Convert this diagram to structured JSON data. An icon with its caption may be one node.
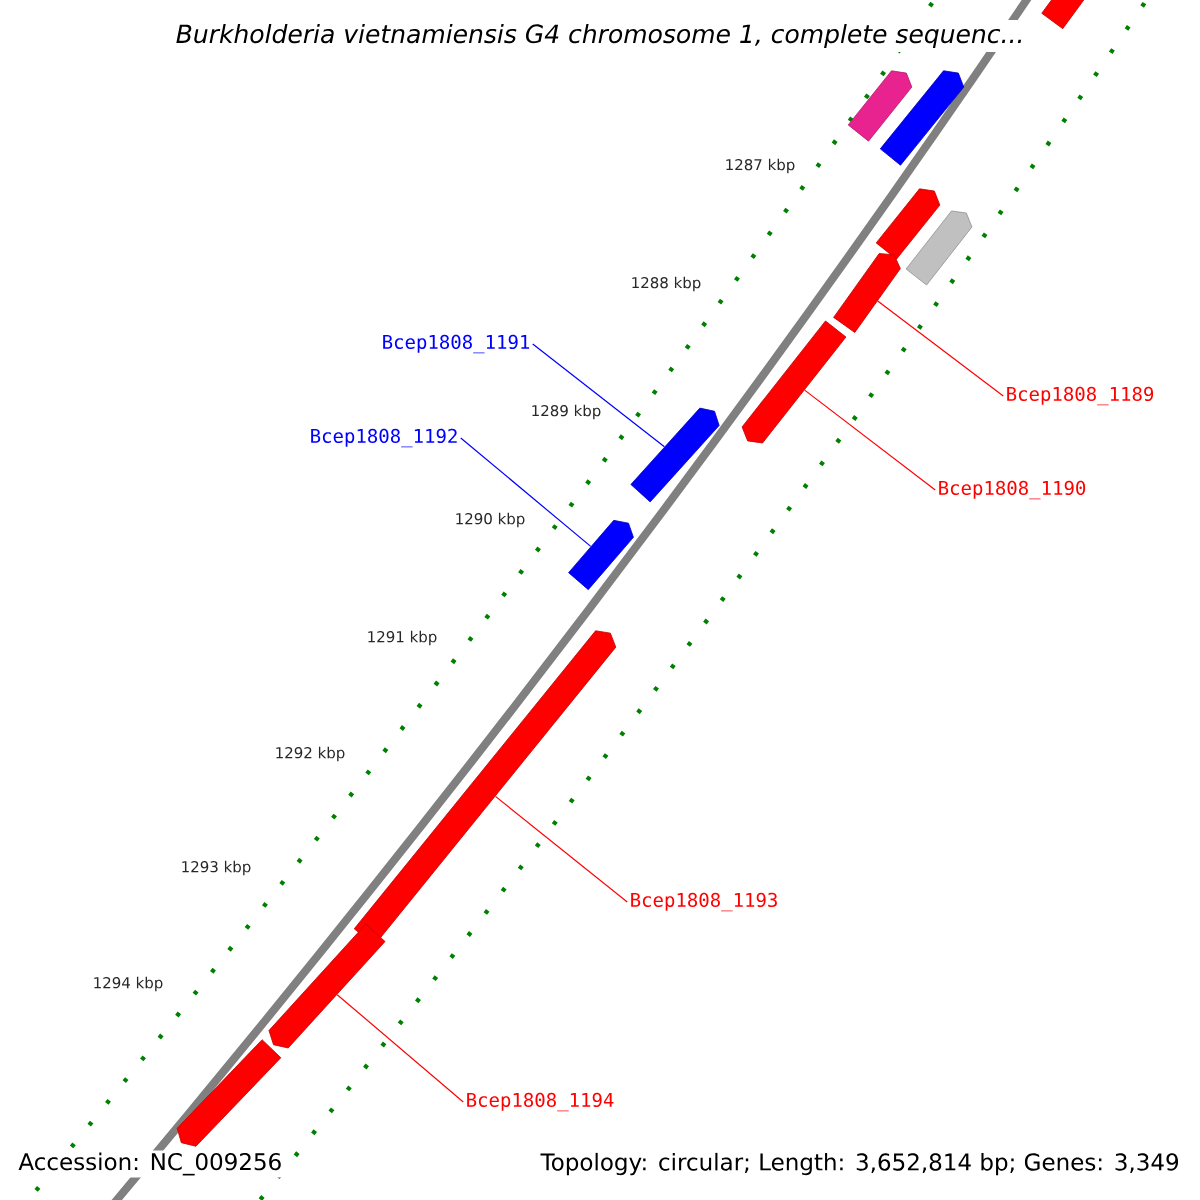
{
  "diagram": {
    "title": "Burkholderia vietnamiensis G4 chromosome 1, complete sequenc...",
    "nodes": [
      {
        "text": [],
        "shape": "arrow"
      },
      {
        "text": [],
        "shape": "arrow"
      },
      {
        "text": [],
        "shape": "arrow"
      },
      {
        "text": [],
        "shape": "arrow"
      },
      {
        "text": [],
        "shape": "arrow"
      },
      {
        "text": [],
        "shape": "arrow"
      },
      {
        "text": [
          "Bcep1808_1191"
        ]
      },
      {
        "text": [
          "Bcep1808_1189"
        ]
      },
      {
        "text": [],
        "shape": "arrow"
      },
      {
        "text": [],
        "shape": "arrow"
      },
      {
        "text": [
          "Bcep1808_1192"
        ]
      },
      {
        "text": [
          "Bcep1808_1190"
        ]
      },
      {
        "text": [],
        "shape": "arrow"
      },
      {
        "text": [],
        "shape": "arrow"
      },
      {
        "text": [
          "Bcep1808_1193"
        ]
      },
      {
        "text": [],
        "shape": "arrow"
      },
      {
        "text": [
          "Bcep1808_1194"
        ]
      },
      {
        "text": [],
        "shape": "arrow"
      }
    ],
    "edges": [
      {
        "from": 6,
        "to": 9,
        "arrow": "none",
        "color": "#0000ff"
      },
      {
        "from": 7,
        "to": 5,
        "arrow": "none"
      },
      {
        "from": 10,
        "to": 12,
        "arrow": "none",
        "color": "#0000ff"
      },
      {
        "from": 11,
        "to": 8,
        "arrow": "none"
      },
      {
        "from": 14,
        "to": 13,
        "arrow": "none"
      },
      {
        "from": 16,
        "to": 15,
        "arrow": "none"
      }
    ],
    "labels": [
      "1287 kbp",
      "1288 kbp",
      "1289 kbp",
      "1290 kbp",
      "1291 kbp",
      "1292 kbp",
      "1293 kbp",
      "1294 kbp",
      "Accession: NC_009256",
      "Topology: circular; Length: 3,652,814 bp; Genes: 3,349"
    ]
  }
}
